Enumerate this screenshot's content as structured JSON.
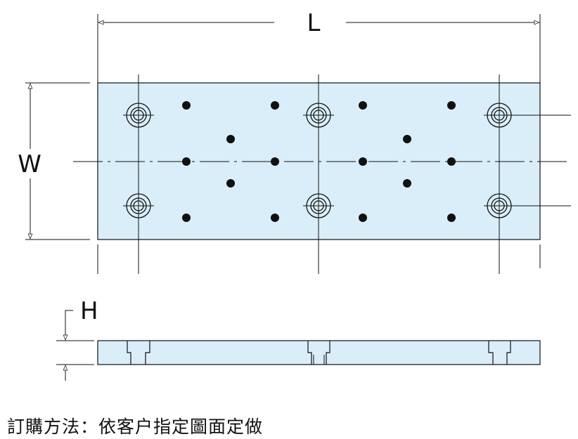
{
  "dimensions": {
    "length_label": "L",
    "width_label": "W",
    "height_label": "H"
  },
  "colors": {
    "plate_fill": "#d9eef9",
    "line": "#111111"
  },
  "order_note": "訂購方法：依客户指定圖面定做"
}
